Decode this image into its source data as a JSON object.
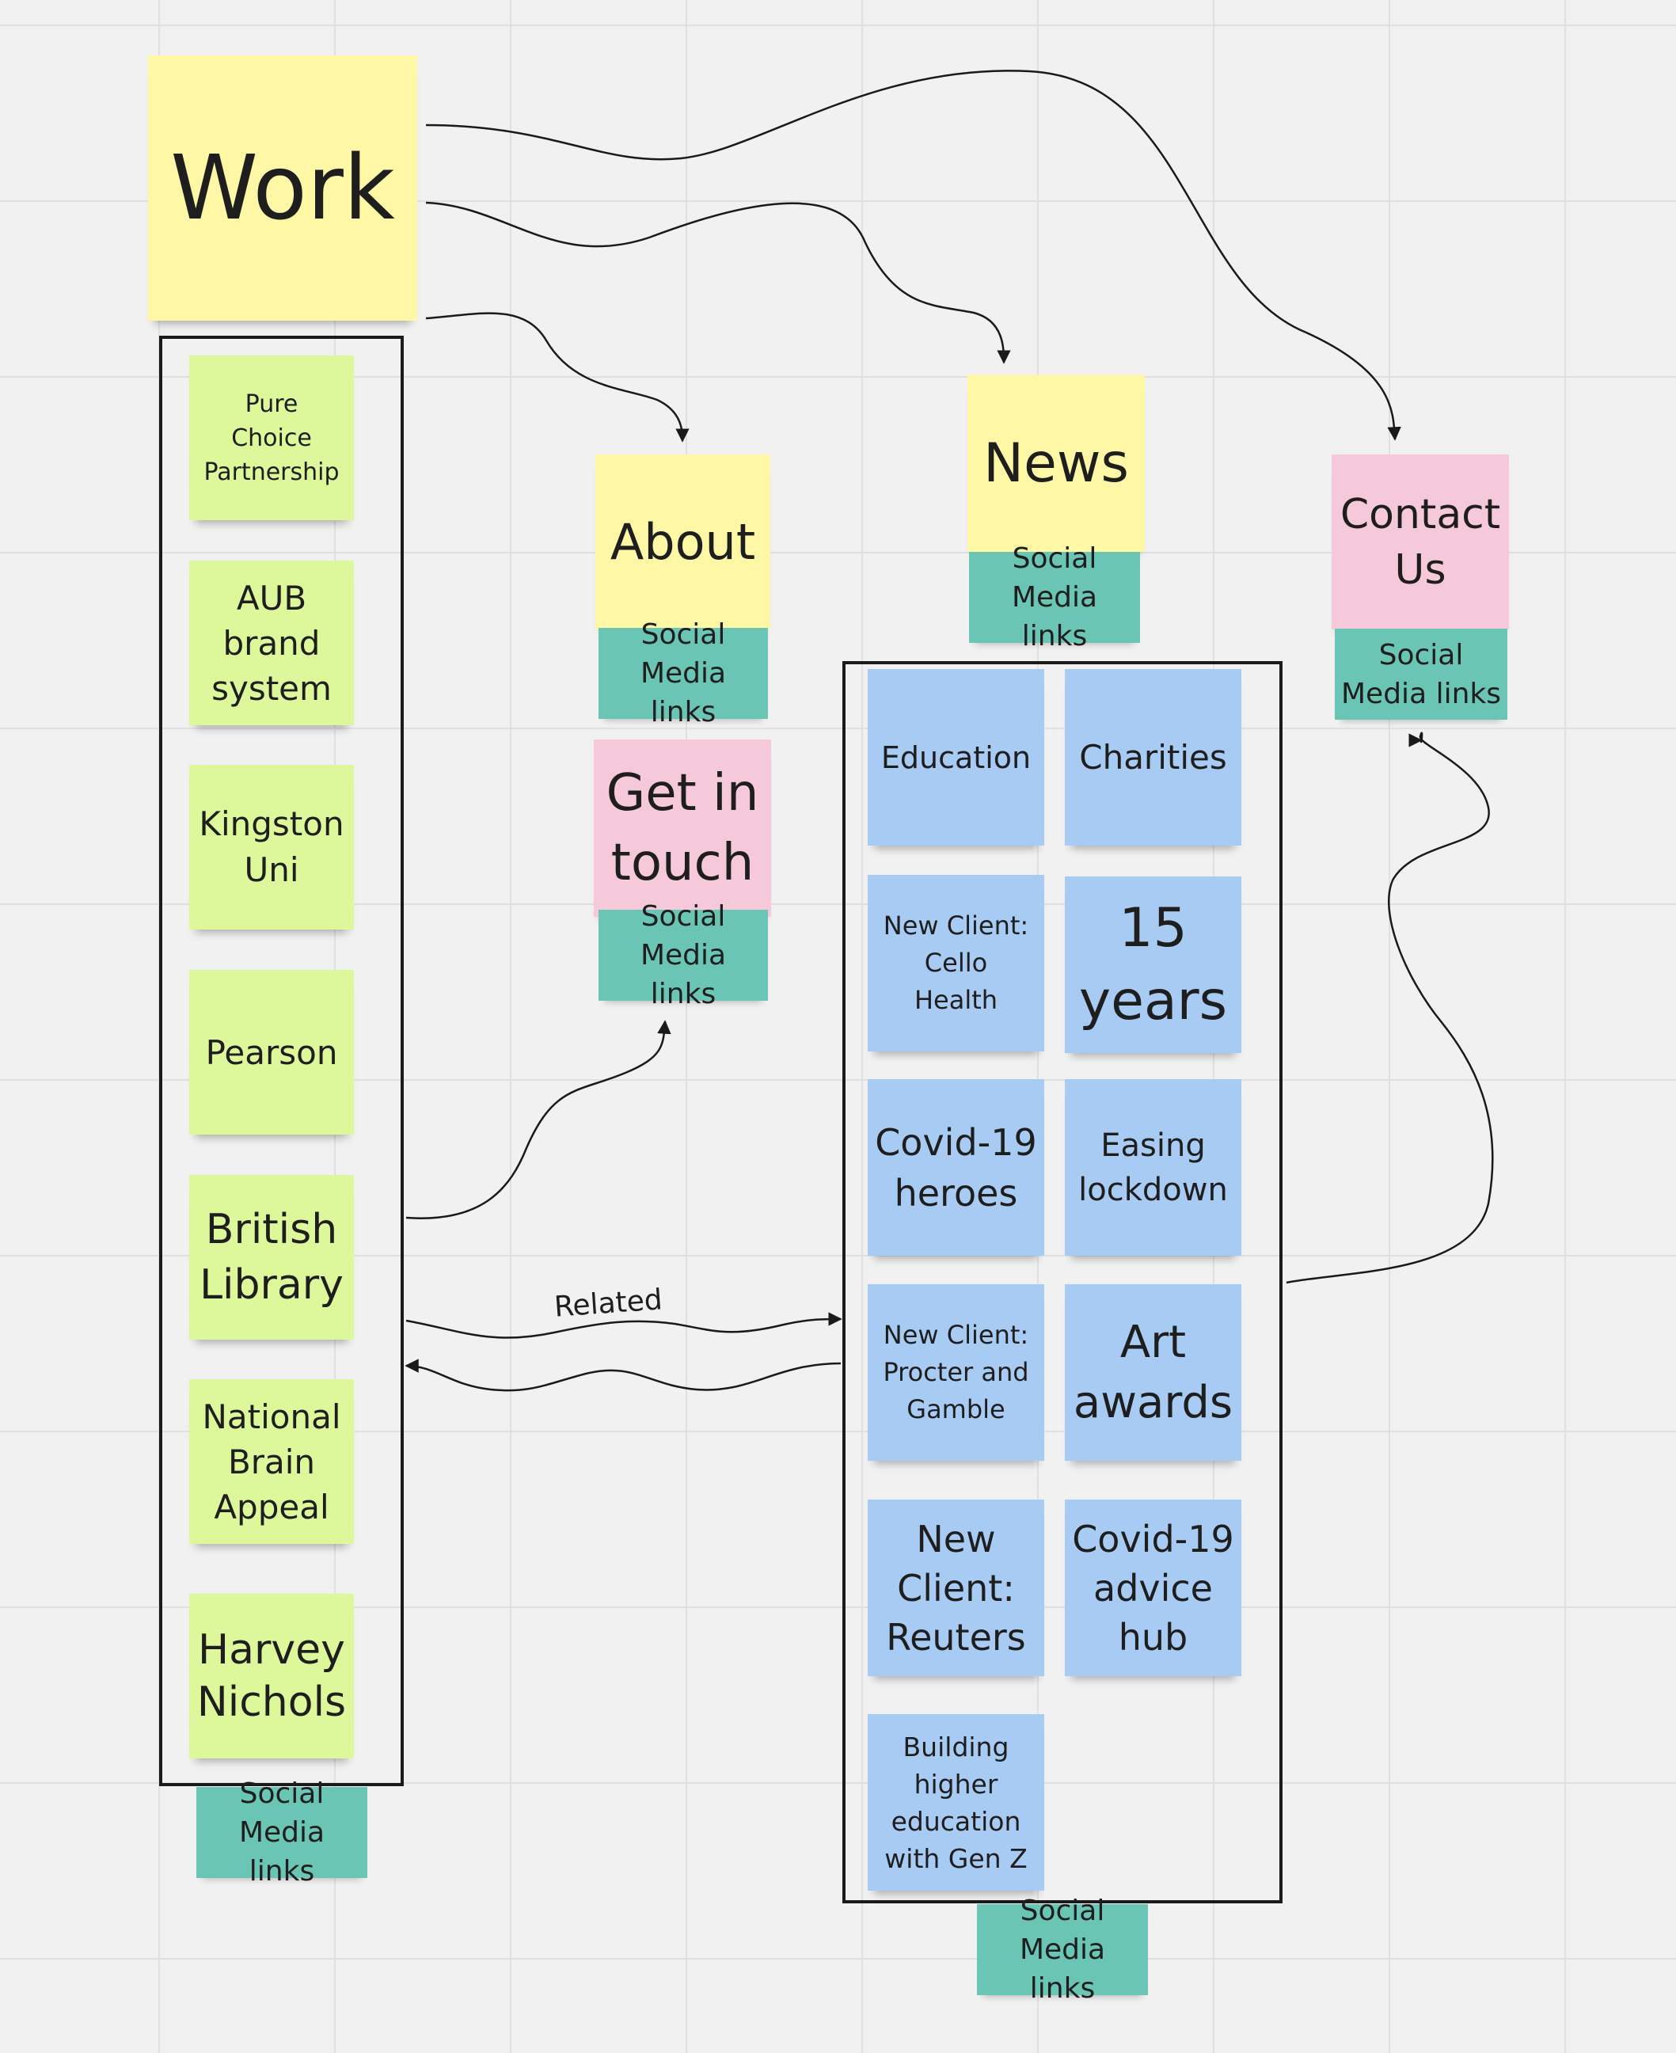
{
  "notes": {
    "work": "Work",
    "about": "About",
    "news": "News",
    "contact_us": "Contact\nUs",
    "get_in_touch": "Get in\ntouch",
    "work_items": [
      "Pure\nChoice\nPartnership",
      "AUB\nbrand\nsystem",
      "Kingston\nUni",
      "Pearson",
      "British\nLibrary",
      "National\nBrain\nAppeal",
      "Harvey\nNichols"
    ],
    "news_items": [
      "Education",
      "Charities",
      "New Client:\nCello\nHealth",
      "15\nyears",
      "Covid-19\nheroes",
      "Easing\nlockdown",
      "New Client:\nProcter and\nGamble",
      "Art\nawards",
      "New\nClient:\nReuters",
      "Covid-19\nadvice\nhub",
      "Building\nhigher\neducation\nwith Gen Z"
    ],
    "social_media_links": "Social\nMedia links"
  },
  "connectors": {
    "related_label": "Related"
  },
  "colors": {
    "yellow": "#fdf7a6",
    "green": "#ddf79b",
    "blue": "#a8cbf3",
    "pink": "#f6c9da",
    "teal": "#6bc5b4",
    "board": "#f1f1f1"
  }
}
